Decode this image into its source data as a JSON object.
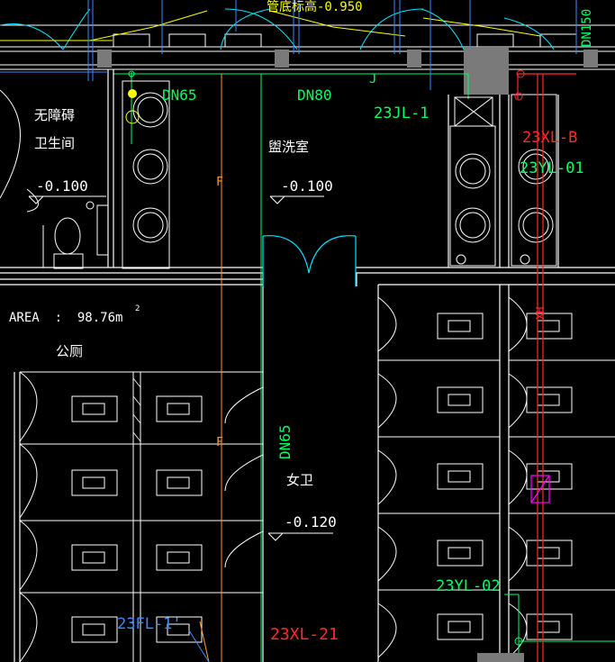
{
  "drawing": {
    "colors": {
      "background": "#000000",
      "wall": "#ffffff",
      "fixture": "#ffffff",
      "door_arc": "#00e5ff",
      "water_supply": "#00ff66",
      "water_line": "#ffff00",
      "drain_red": "#ff2a2a",
      "pipe_blue": "#3a8cff",
      "fire_magenta": "#ff00ff",
      "column": "#7a7a7a",
      "orange_line": "#ff9933"
    },
    "labels": {
      "top_elevation": "管底标高-0.950",
      "dn150": "DN150",
      "dn65_top": "DN65",
      "dn80": "DN80",
      "jl_1": "23JL-1",
      "xl_b": "23XL-B",
      "yl_01": "23YL-01",
      "j_mark": "J",
      "accessible_wc_1": "无障碍",
      "accessible_wc_2": "卫生间",
      "accessible_elev": "-0.100",
      "washroom": "盥洗室",
      "washroom_elev": "-0.100",
      "area_text": "AREA  :  98.76m",
      "area_sup": "2",
      "public_toilet": "公厕",
      "dn65_vertical": "DN65",
      "womens_toilet": "女卫",
      "womens_elev": "-0.120",
      "yl_02": "23YL-02",
      "xl_21": "23XL-21",
      "fl_1": "23FL-1'",
      "f_mark_1": "F",
      "f_mark_2": "F",
      "xh_mark": "XH"
    }
  }
}
